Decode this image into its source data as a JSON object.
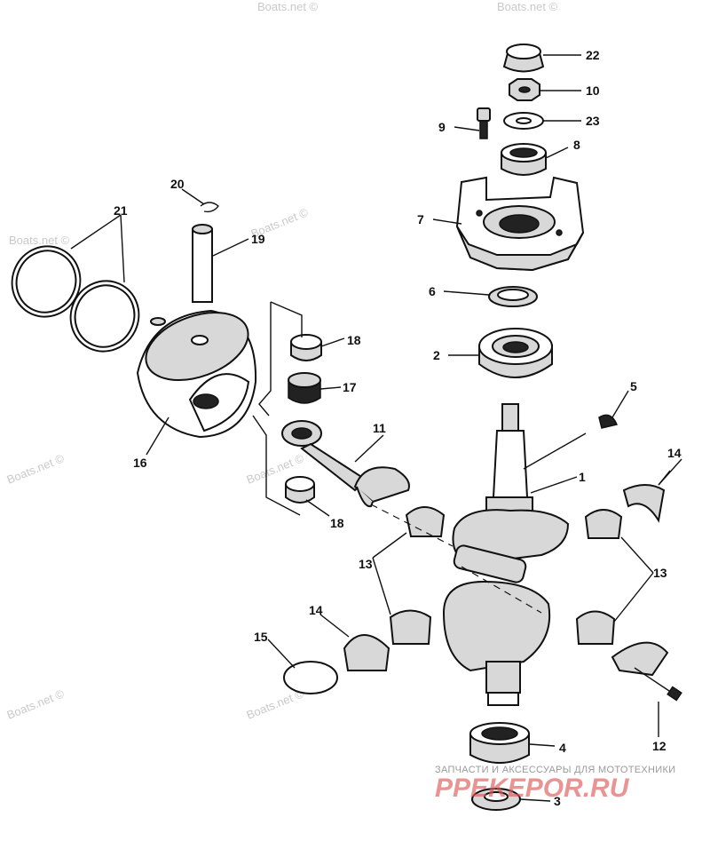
{
  "watermarks": [
    "Boats.net ©",
    "Boats.net ©",
    "Boats.net ©",
    "Boats.net ©",
    "Boats.net ©",
    "Boats.net ©",
    "Boats.net ©",
    "Boats.net ©"
  ],
  "callouts": {
    "c1": "1",
    "c2": "2",
    "c3": "3",
    "c4": "4",
    "c5": "5",
    "c6": "6",
    "c7": "7",
    "c8": "8",
    "c9": "9",
    "c10": "10",
    "c11": "11",
    "c12": "12",
    "c13a": "13",
    "c13b": "13",
    "c14a": "14",
    "c14b": "14",
    "c15": "15",
    "c16": "16",
    "c17": "17",
    "c18a": "18",
    "c18b": "18",
    "c19": "19",
    "c20": "20",
    "c21": "21",
    "c22": "22",
    "c23": "23"
  },
  "brand": {
    "tagline": "ЗАПЧАСТИ И АКСЕССУАРЫ ДЛЯ МОТОТЕХНИКИ",
    "logo": "PPEKEPOR.RU"
  }
}
